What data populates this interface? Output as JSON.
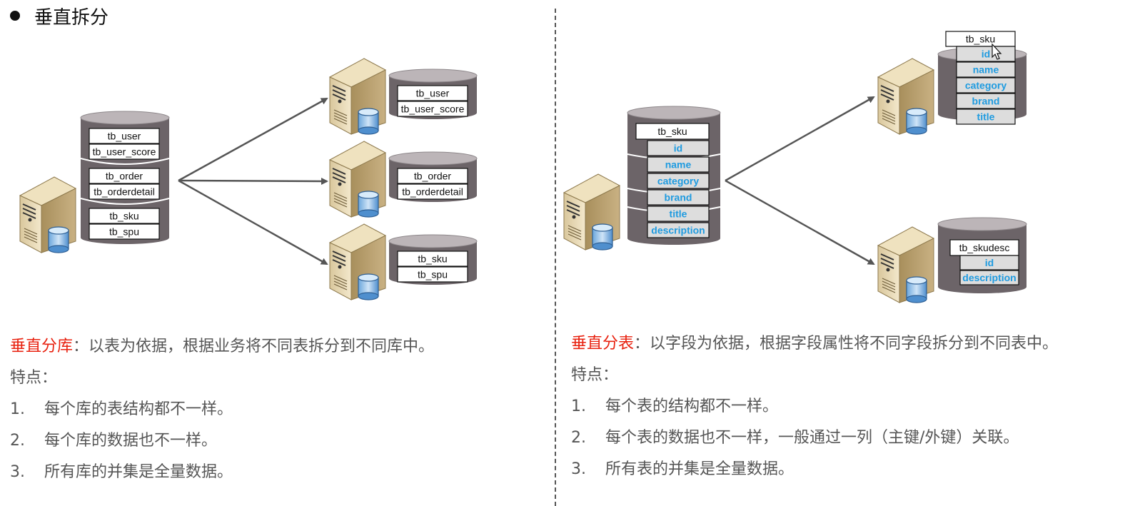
{
  "title": "垂直拆分",
  "left_diagram": {
    "source_groups": [
      [
        "tb_user",
        "tb_user_score"
      ],
      [
        "tb_order",
        "tb_orderdetail"
      ],
      [
        "tb_sku",
        "tb_spu"
      ]
    ],
    "targets": [
      [
        "tb_user",
        "tb_user_score"
      ],
      [
        "tb_order",
        "tb_orderdetail"
      ],
      [
        "tb_sku",
        "tb_spu"
      ]
    ]
  },
  "right_diagram": {
    "source_table": "tb_sku",
    "source_columns": [
      "id",
      "name",
      "category",
      "brand",
      "title",
      "description"
    ],
    "target1_table": "tb_sku",
    "target1_columns": [
      "id",
      "name",
      "category",
      "brand",
      "title"
    ],
    "target2_table": "tb_skudesc",
    "target2_columns": [
      "id",
      "description"
    ]
  },
  "left_text": {
    "highlight": "垂直分库",
    "rest": "：以表为依据，根据业务将不同表拆分到不同库中。",
    "features_label": "特点：",
    "items": [
      {
        "num": "1.",
        "text": "每个库的表结构都不一样。"
      },
      {
        "num": "2.",
        "text": "每个库的数据也不一样。"
      },
      {
        "num": "3.",
        "text": "所有库的并集是全量数据。"
      }
    ]
  },
  "right_text": {
    "highlight": "垂直分表",
    "rest": "：以字段为依据，根据字段属性将不同字段拆分到不同表中。",
    "features_label": "特点：",
    "items": [
      {
        "num": "1.",
        "text": "每个表的结构都不一样。"
      },
      {
        "num": "2.",
        "text": "每个表的数据也不一样，一般通过一列（主键/外键）关联。"
      },
      {
        "num": "3.",
        "text": "所有表的并集是全量数据。"
      }
    ]
  }
}
